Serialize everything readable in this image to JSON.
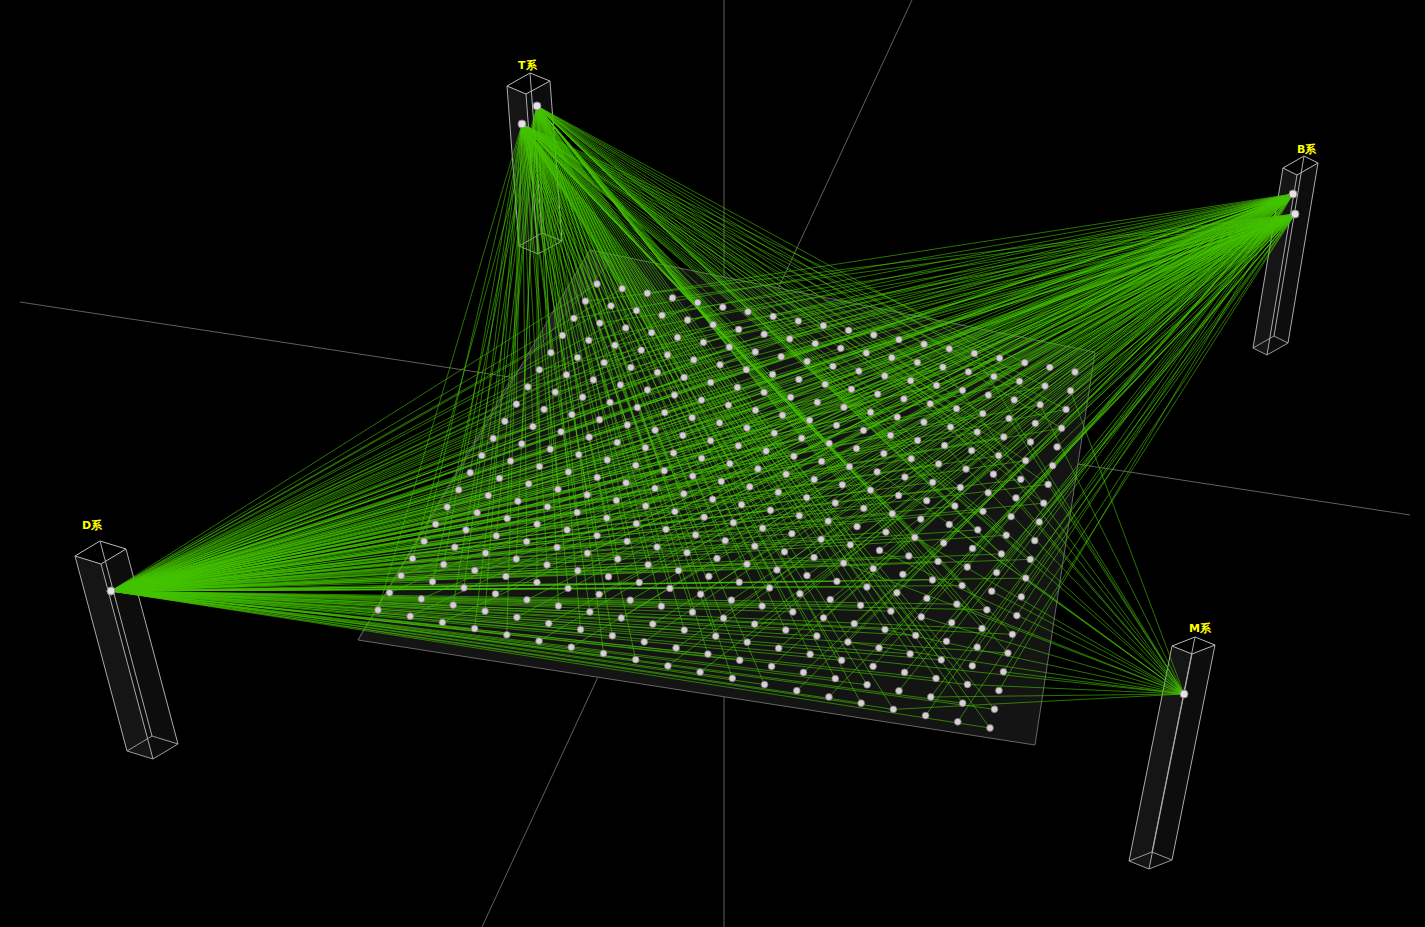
{
  "diagram": {
    "labels": [
      "T系",
      "B系",
      "D系",
      "M系"
    ]
  }
}
